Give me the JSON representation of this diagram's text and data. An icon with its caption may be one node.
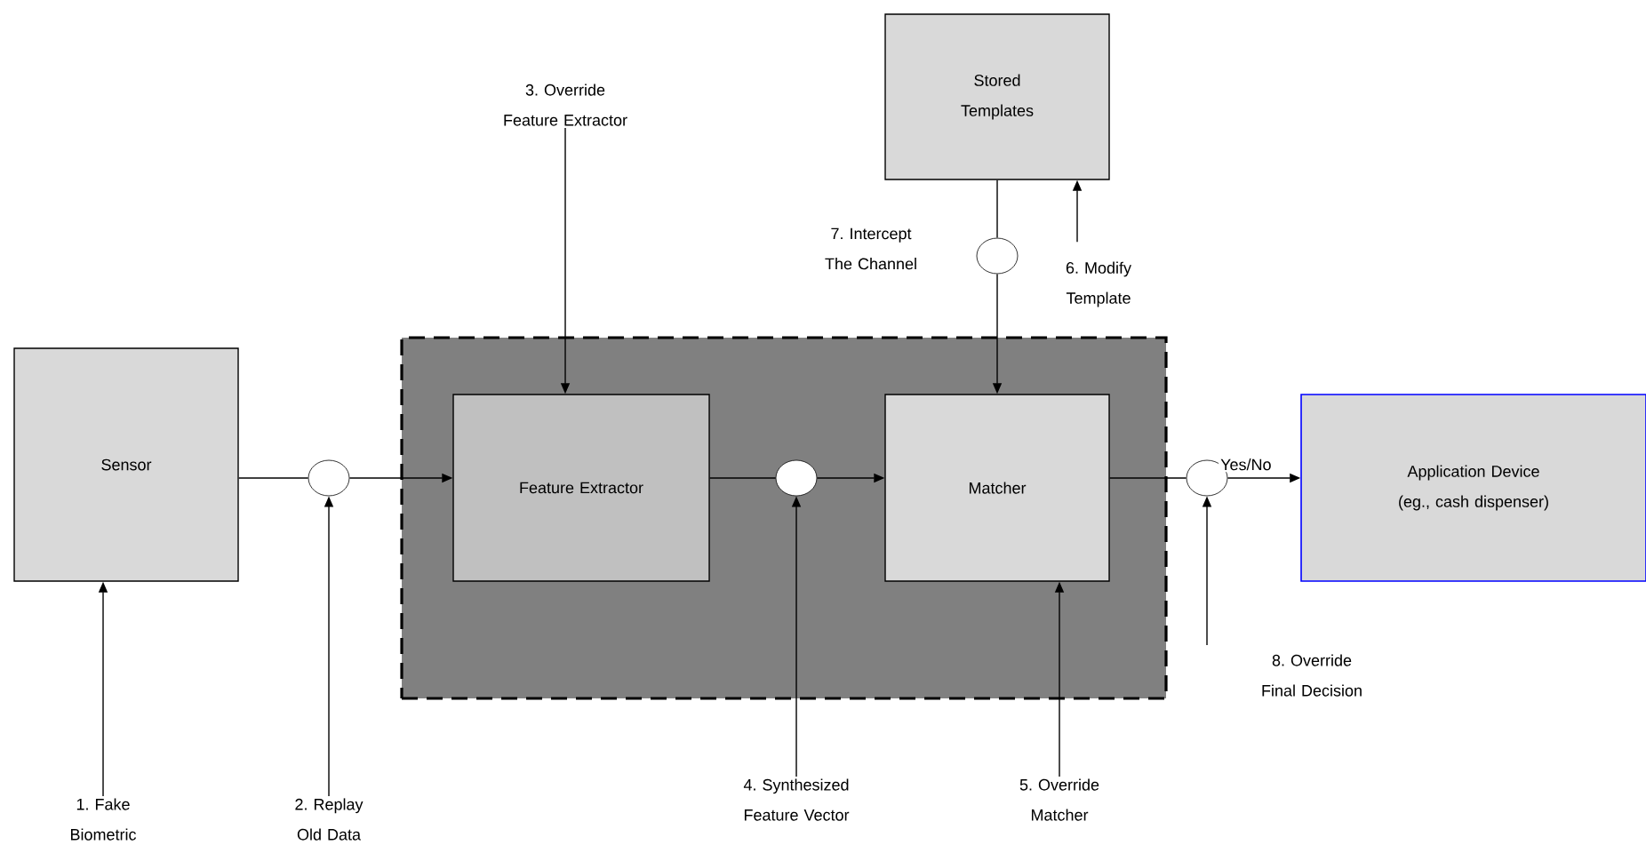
{
  "diagram": {
    "nodes": [
      {
        "text": [
          "Sensor"
        ]
      },
      {
        "text": [],
        "shape": "box"
      },
      {
        "text": [
          "Feature Extractor"
        ],
        "in": 1
      },
      {
        "text": [
          "Matcher"
        ],
        "in": 1
      },
      {
        "text": [
          "Stored Templates"
        ]
      },
      {
        "text": [
          "Application Device (eg., cash dispenser)"
        ]
      },
      {
        "text": [],
        "shape": "circle"
      },
      {
        "text": [],
        "shape": "circle",
        "in": 1
      },
      {
        "text": [],
        "shape": "circle"
      },
      {
        "text": [],
        "shape": "circle"
      },
      {
        "text": [
          "3. Override Feature Extractor"
        ]
      },
      {
        "text": [
          "6. Modify Template"
        ]
      },
      {
        "text": [
          "8. Override Final Decision"
        ]
      },
      {
        "text": [
          "1. Fake Biometric"
        ]
      },
      {
        "text": [
          "2. Replay Old Data"
        ]
      },
      {
        "text": [
          "4. Synthesized Feature Vector"
        ]
      },
      {
        "text": [
          "5. Override Matcher"
        ]
      }
    ],
    "edges": [
      {
        "from": 0,
        "to": 6,
        "arrow": "none"
      },
      {
        "from": 6,
        "to": 2,
        "arrow": "to"
      },
      {
        "from": 2,
        "to": 7,
        "arrow": "none"
      },
      {
        "from": 7,
        "to": 3,
        "arrow": "to"
      },
      {
        "from": 4,
        "to": 8,
        "arrow": "none"
      },
      {
        "from": 8,
        "to": 3,
        "arrow": "to"
      },
      {
        "from": 3,
        "to": 9,
        "arrow": "none"
      },
      {
        "from": 9,
        "to": 5,
        "arrow": "to",
        "label": "Yes/No"
      },
      {
        "from": 13,
        "to": 0,
        "arrow": "to"
      },
      {
        "from": 14,
        "to": 6,
        "arrow": "to"
      },
      {
        "from": 10,
        "to": 2,
        "arrow": "to"
      },
      {
        "from": 15,
        "to": 7,
        "arrow": "to"
      },
      {
        "from": 16,
        "to": 3,
        "arrow": "to"
      },
      {
        "from": 11,
        "to": 4,
        "arrow": "to"
      },
      {
        "from": 12,
        "to": 9,
        "arrow": "to"
      }
    ],
    "labels": [
      "7. Intercept The Channel"
    ]
  }
}
